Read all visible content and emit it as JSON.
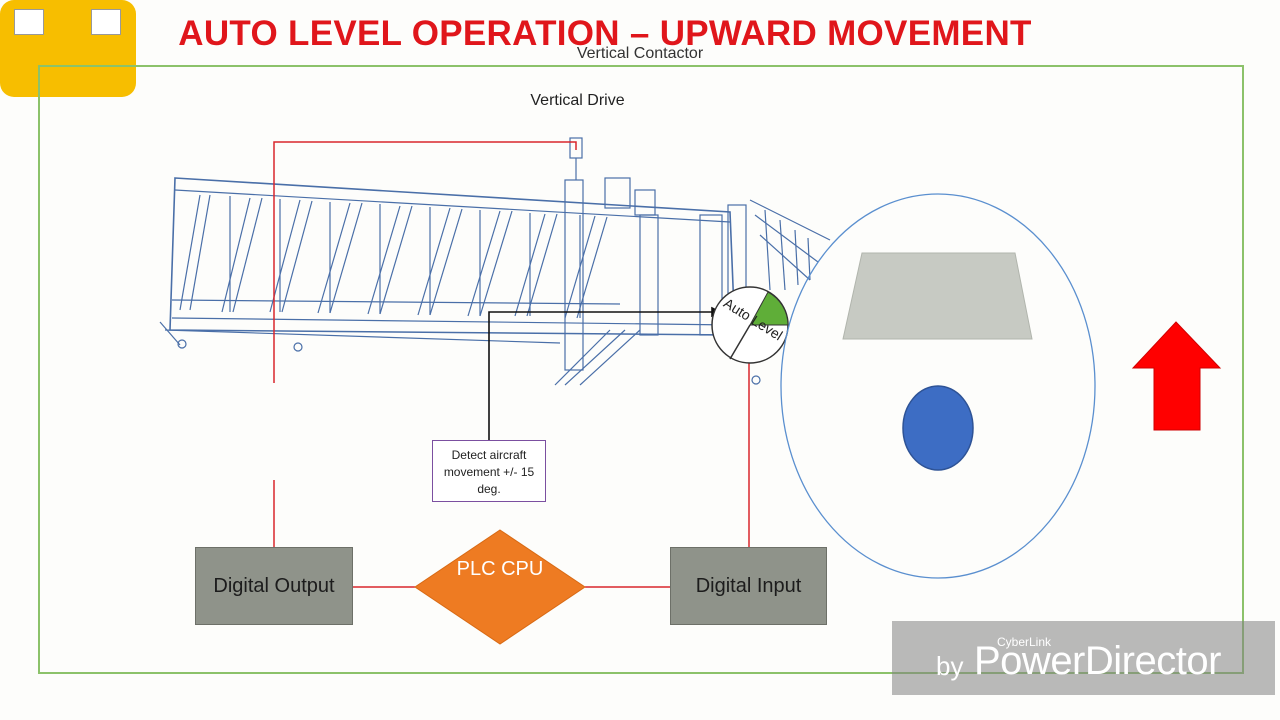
{
  "title": "AUTO LEVEL OPERATION – UPWARD MOVEMENT",
  "labels": {
    "vertical_drive": "Vertical Drive",
    "vertical_contactor": "Vertical Contactor",
    "digital_output": "Digital Output",
    "digital_input": "Digital Input",
    "plc_cpu": "PLC CPU",
    "detect_aircraft": "Detect aircraft movement +/- 15 deg.",
    "auto_level": "Auto Level"
  },
  "watermark": {
    "brand": "CyberLink",
    "by": "by",
    "product": "PowerDirector"
  },
  "colors": {
    "title": "#e0161b",
    "frame": "#8cc26a",
    "signal_line": "#d9262c",
    "contactor": "#f7be00",
    "plc": "#ee7b22",
    "io_box": "#8f938a",
    "arrow": "#ff0000",
    "aircraft_fuselage": "#3d6dc4",
    "aircraft_wing": "#c7cac3",
    "detect_border": "#7b4fa0",
    "auto_level_segment": "#5fae38"
  },
  "icons": {
    "direction": "up-arrow-icon",
    "bridge": "boarding-bridge-drawing"
  }
}
